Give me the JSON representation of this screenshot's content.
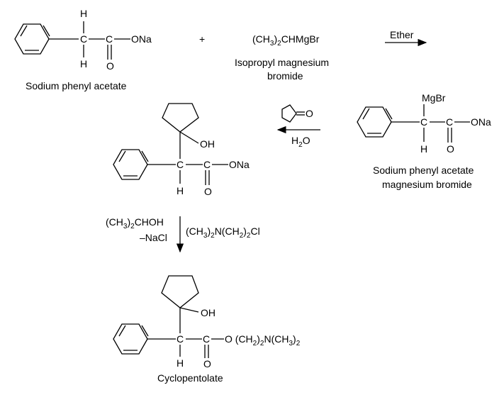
{
  "atoms": {
    "h": "H",
    "c": "C",
    "o": "O",
    "ona": "ONa",
    "oh": "OH",
    "mgbr": "MgBr"
  },
  "plus": "+",
  "reagent_top": {
    "formula_pre": "(CH",
    "formula_sub": "3",
    "formula_post": ")",
    "formula_sub2": "2",
    "formula_end": "CHMgBr",
    "name_line1": "Isopropyl magnesium",
    "name_line2": "bromide"
  },
  "arrow1_label": "Ether",
  "water": {
    "pre": "H",
    "sub": "2",
    "post": "O"
  },
  "labels": {
    "sodium_phenyl_acetate": "Sodium phenyl acetate",
    "mg_salt_line1": "Sodium phenyl acetate",
    "mg_salt_line2": "magnesium bromide",
    "product": "Cyclopentolate"
  },
  "step3": {
    "alcohol_pre": "(CH",
    "alcohol_sub": "3",
    "alcohol_post": ")",
    "alcohol_sub2": "2",
    "alcohol_end": "CHOH",
    "nacl": "–NaCl",
    "amine_a": "(CH",
    "amine_b": "3",
    "amine_c": ")",
    "amine_d": "2",
    "amine_e": "N(CH",
    "amine_f": "2",
    "amine_g": ")",
    "amine_h": "2",
    "amine_i": "Cl"
  },
  "ester_chain": {
    "a": "O (CH",
    "b": "2",
    "c": ")",
    "d": "2",
    "e": "N(CH",
    "f": "3",
    "g": ")",
    "h": "2"
  }
}
